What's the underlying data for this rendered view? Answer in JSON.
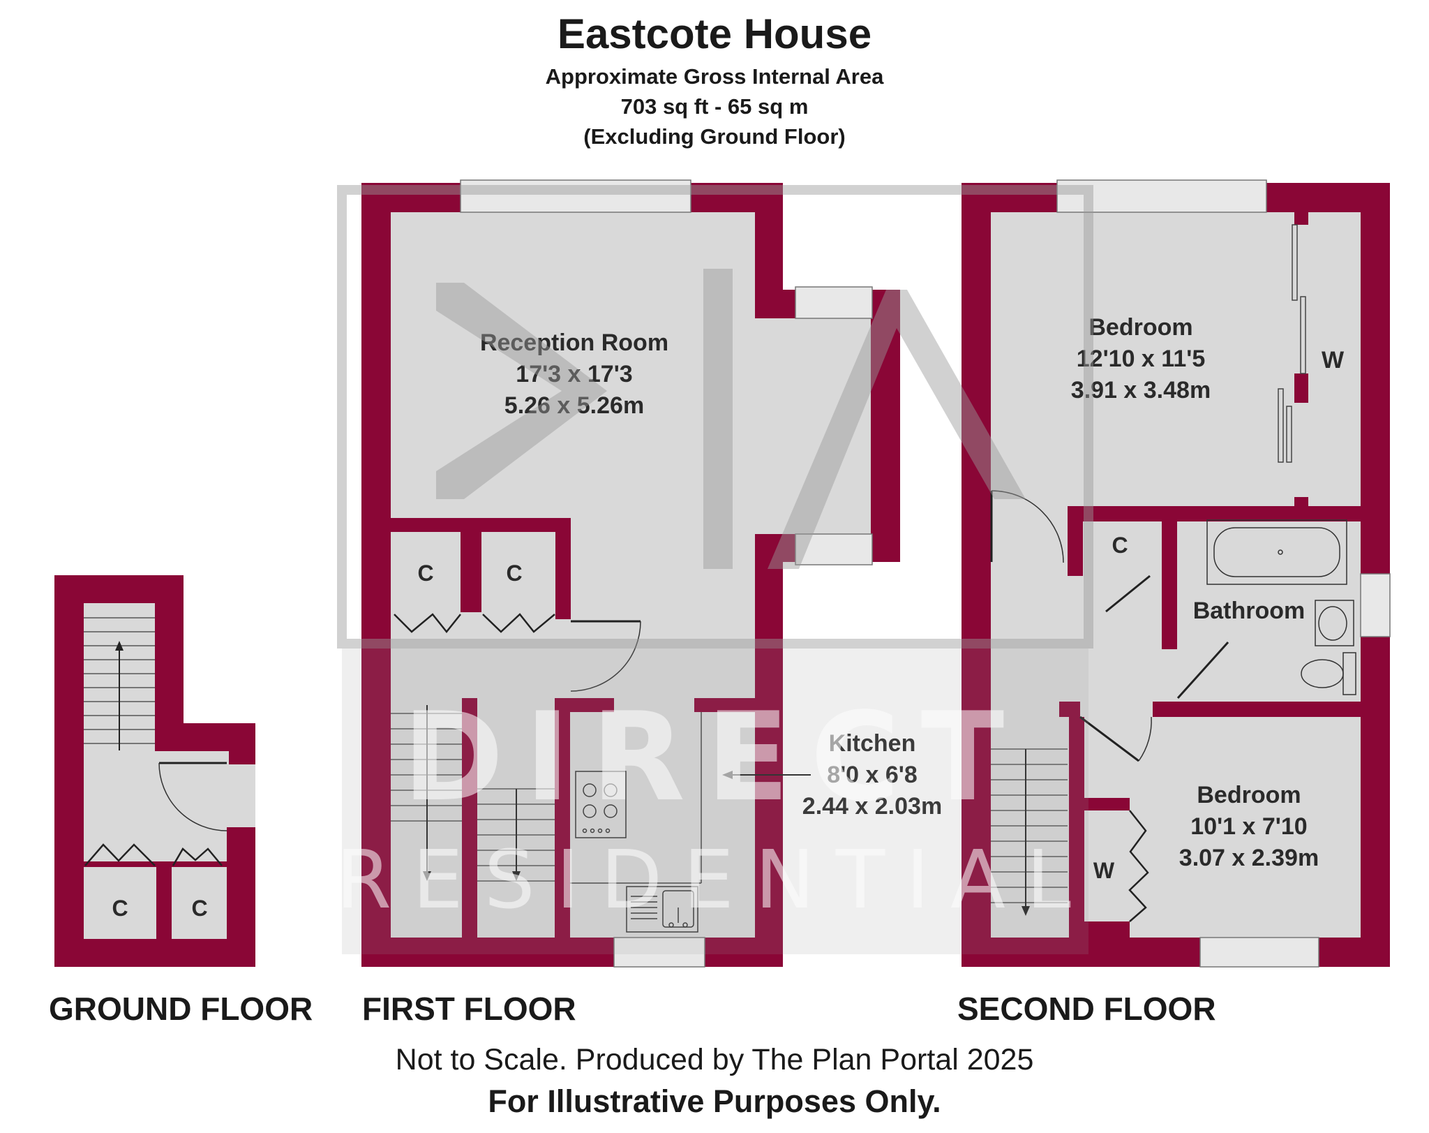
{
  "title": "Eastcote House",
  "area": {
    "line1": "Approximate Gross Internal Area",
    "line2": "703 sq ft - 65 sq m",
    "line3": "(Excluding Ground Floor)"
  },
  "rooms": {
    "reception": {
      "name": "Reception Room",
      "imperial": "17'3 x 17'3",
      "metric": "5.26 x 5.26m"
    },
    "kitchen": {
      "name": "Kitchen",
      "imperial": "8'0 x 6'8",
      "metric": "2.44 x 2.03m"
    },
    "bedroom1": {
      "name": "Bedroom",
      "imperial": "12'10 x 11'5",
      "metric": "3.91 x 3.48m"
    },
    "bedroom2": {
      "name": "Bedroom",
      "imperial": "10'1 x 7'10",
      "metric": "3.07 x 2.39m"
    },
    "bathroom": {
      "name": "Bathroom"
    }
  },
  "markers": {
    "cupboard": "C",
    "wardrobe": "W"
  },
  "watermark": {
    "line1": "DIRECT",
    "line2": "RESIDENTIAL"
  },
  "floors": {
    "ground": "GROUND FLOOR",
    "first": "FIRST FLOOR",
    "second": "SECOND FLOOR"
  },
  "footer": {
    "line1": "Not to Scale. Produced by The Plan Portal 2025",
    "line2": "For Illustrative Purposes Only."
  },
  "colors": {
    "wall": "#8a0636",
    "floor": "#d9d9d9",
    "watermark": "#9a9a9a"
  }
}
